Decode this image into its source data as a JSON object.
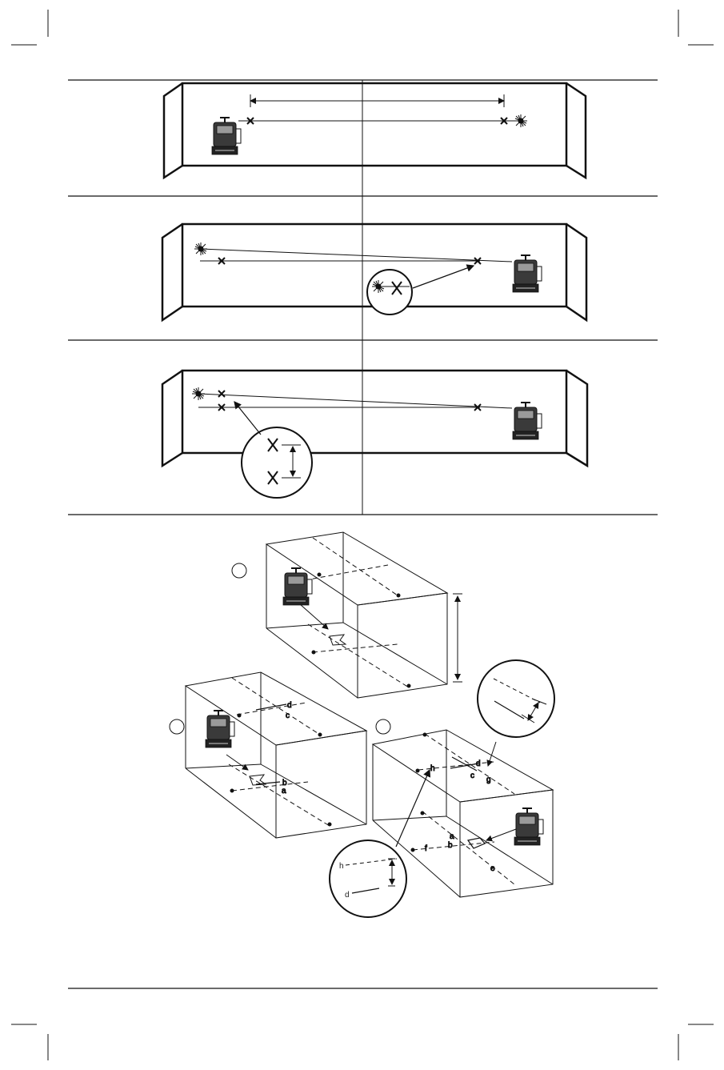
{
  "figure_labels": {
    "panel_2_d": "d",
    "panel_2_c": "c",
    "panel_2_b": "b",
    "panel_2_a": "a",
    "panel_3_h": "h",
    "panel_3_d": "d",
    "panel_3_c": "c",
    "panel_3_g": "g",
    "panel_3_a": "a",
    "panel_3_b": "b",
    "panel_3_f": "f",
    "panel_3_e": "e",
    "zoom_h": "h",
    "zoom_d": "d"
  },
  "icons": {
    "laser_level": "laser-level-device-icon",
    "laser_point": "laser-dot-burst-icon",
    "mark": "x-mark-icon"
  }
}
